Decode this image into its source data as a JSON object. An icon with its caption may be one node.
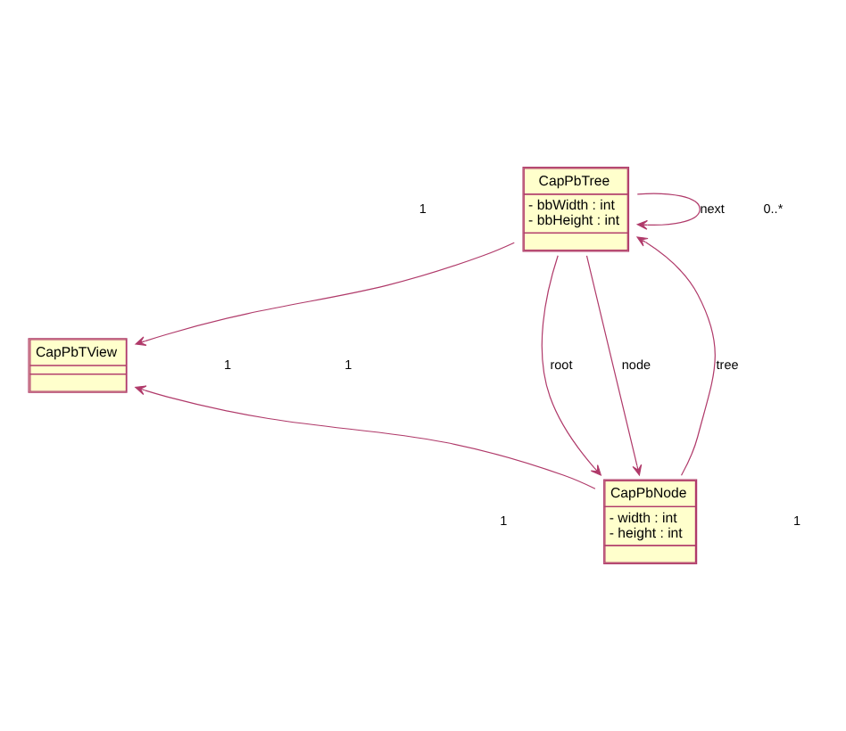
{
  "diagram": {
    "nodes": [
      {
        "text": [
          "CapPbTree",
          "- bbWidth : int",
          "- bbHeight : int"
        ]
      },
      {
        "text": [
          "CapPbTView"
        ]
      },
      {
        "text": [
          "CapPbNode",
          "- width : int",
          "- height : int"
        ]
      }
    ],
    "edges": [
      {
        "from": 0,
        "to": 1,
        "arrow": "to"
      },
      {
        "from": 0,
        "to": 0,
        "arrow": "to",
        "label": "next"
      },
      {
        "from": 2,
        "to": 1,
        "arrow": "to"
      },
      {
        "from": 2,
        "to": 0,
        "arrow": "to",
        "label": "tree"
      },
      {
        "from": 0,
        "to": 2,
        "arrow": "to",
        "label": "root"
      },
      {
        "from": 0,
        "to": 2,
        "arrow": "to",
        "label": "node"
      }
    ],
    "labels": [
      "0..*",
      "1",
      "1",
      "1",
      "1",
      "1"
    ]
  }
}
